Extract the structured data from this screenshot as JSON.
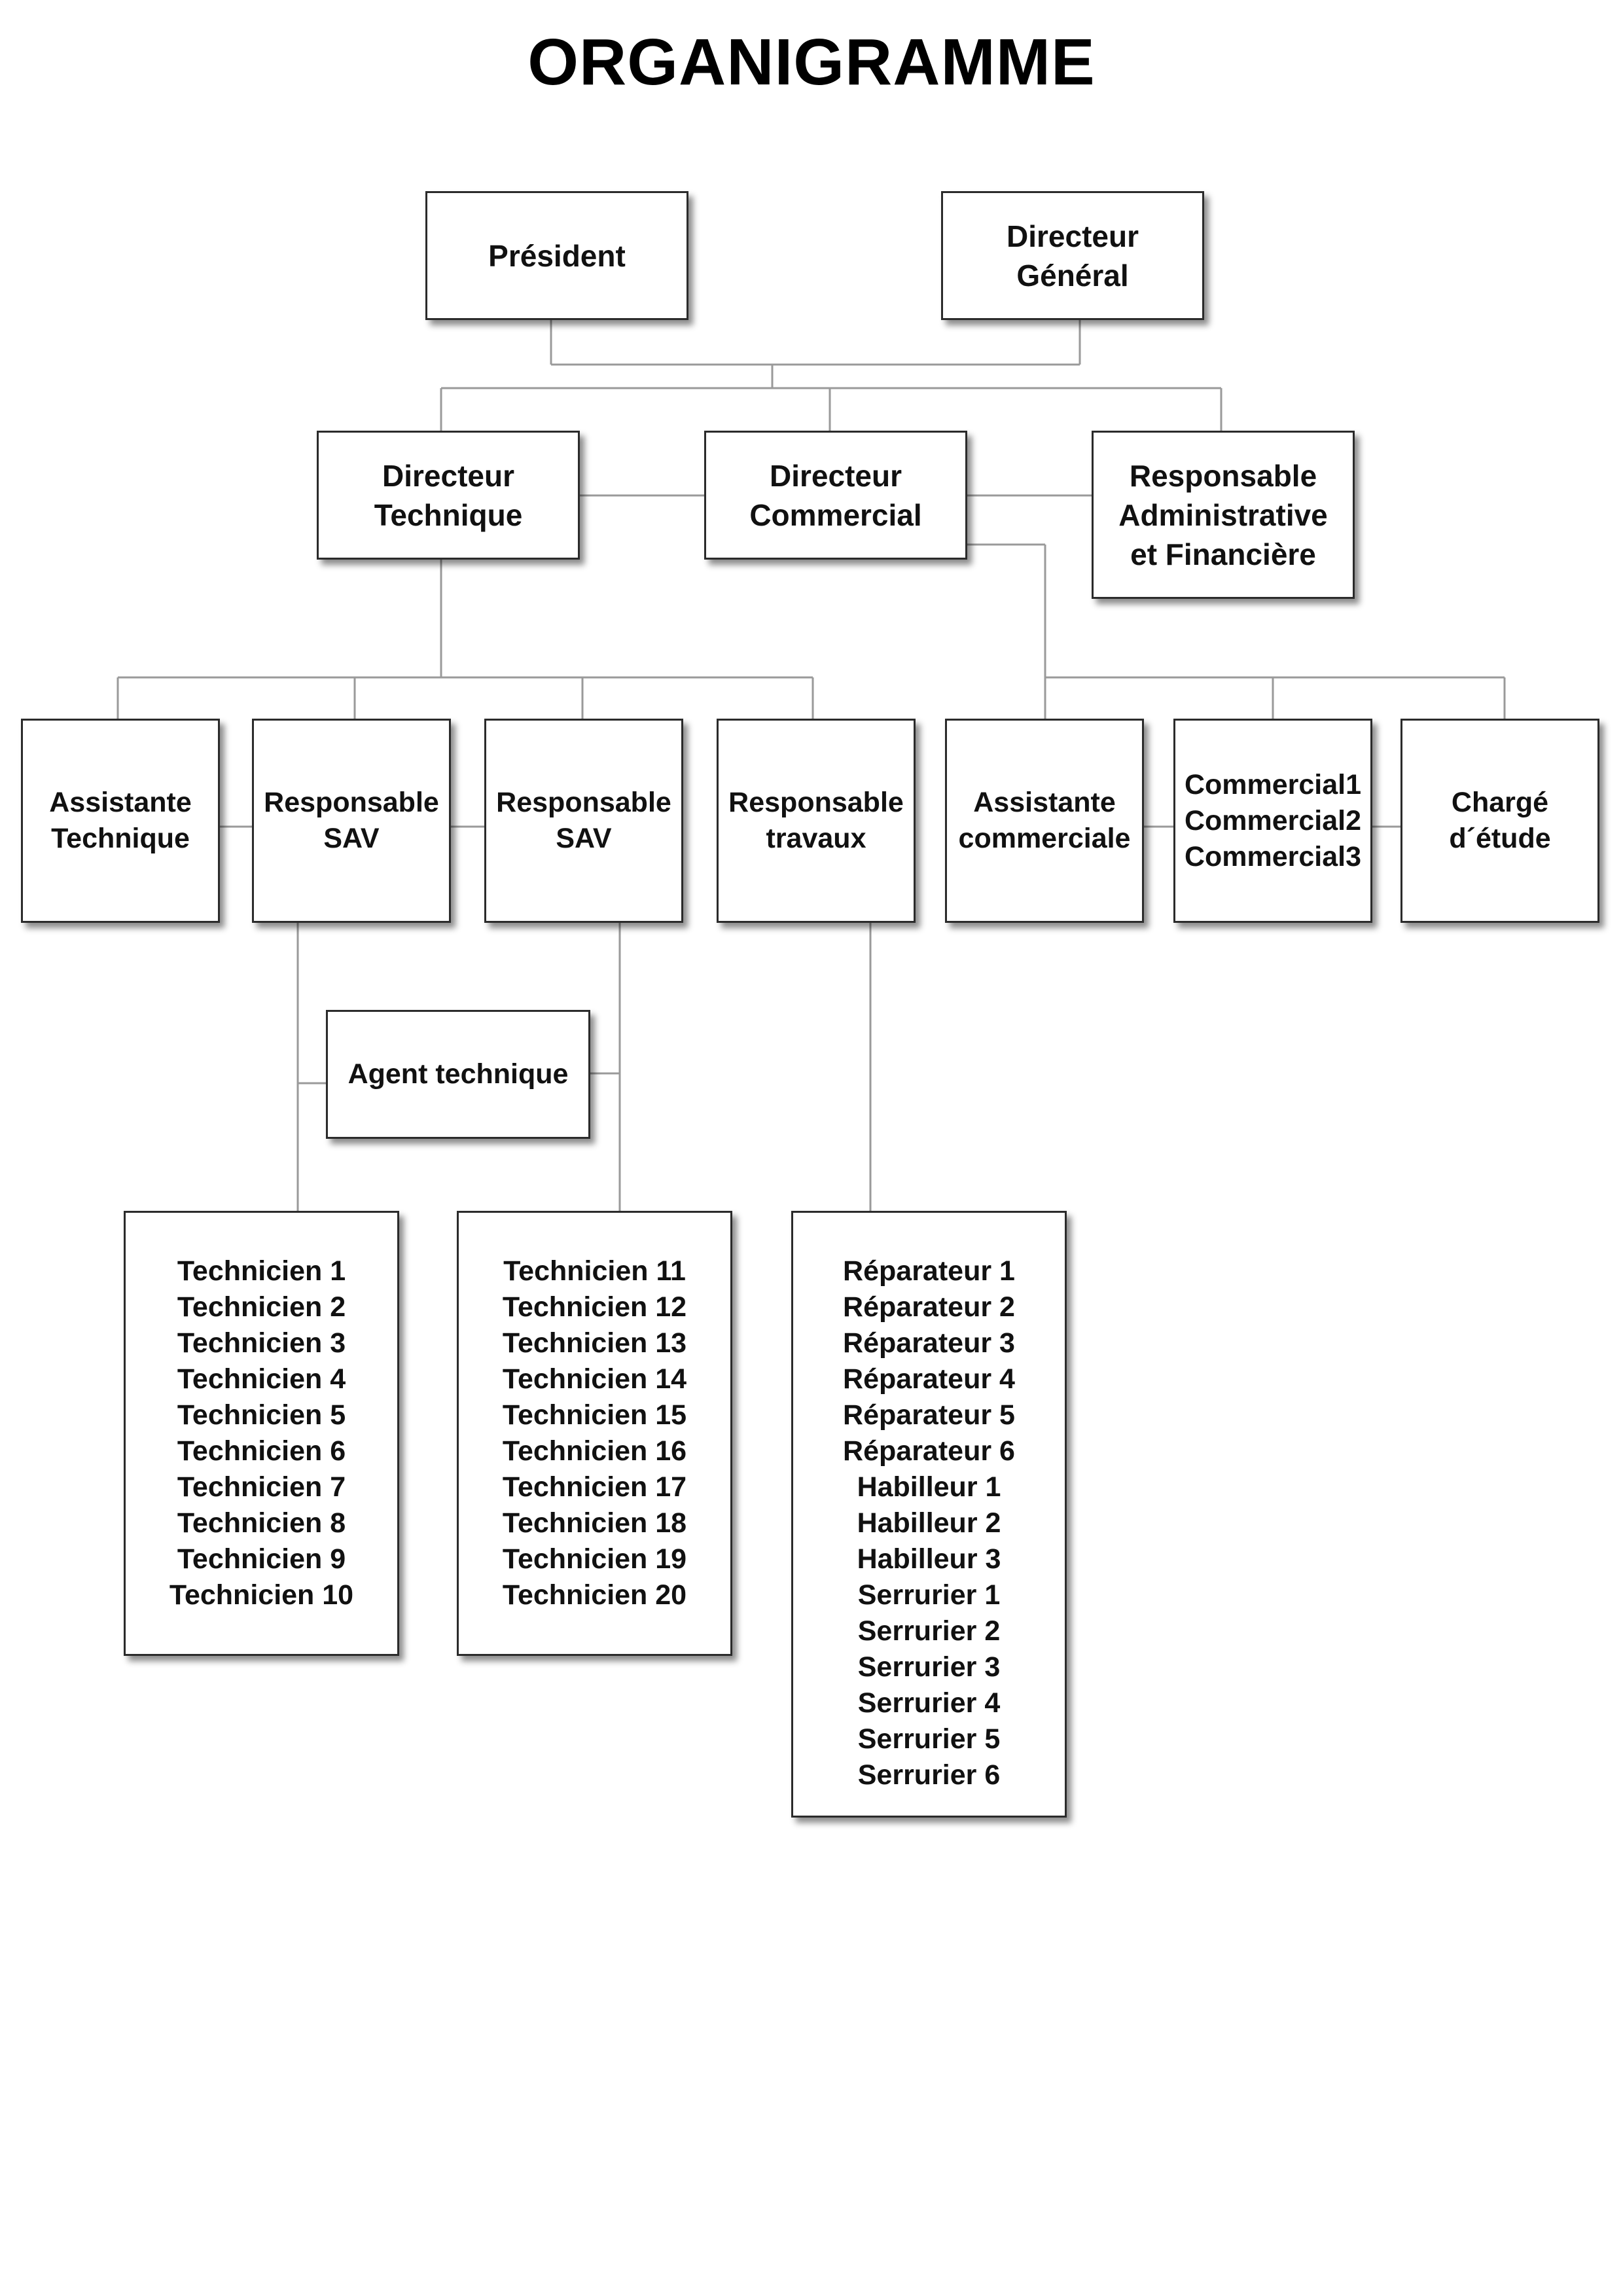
{
  "title": "ORGANIGRAMME",
  "nodes": {
    "president": [
      "Président"
    ],
    "directeur_general": [
      "Directeur",
      "Général"
    ],
    "directeur_technique": [
      "Directeur",
      "Technique"
    ],
    "directeur_commercial": [
      "Directeur",
      "Commercial"
    ],
    "responsable_admin": [
      "Responsable",
      "Administrative",
      "et Financière"
    ],
    "assistante_technique": [
      "Assistante",
      "Technique"
    ],
    "responsable_sav_1": [
      "Responsable",
      "SAV"
    ],
    "responsable_sav_2": [
      "Responsable",
      "SAV"
    ],
    "responsable_travaux": [
      "Responsable",
      "travaux"
    ],
    "assistante_commerciale": [
      "Assistante",
      "commerciale"
    ],
    "commerciaux": [
      "Commercial1",
      "Commercial2",
      "Commercial3"
    ],
    "charge_etude": [
      "Chargé",
      "d´étude"
    ],
    "agent_technique": [
      "Agent technique"
    ],
    "techniciens_1": [
      "Technicien 1",
      "Technicien 2",
      "Technicien 3",
      "Technicien 4",
      "Technicien 5",
      "Technicien 6",
      "Technicien 7",
      "Technicien 8",
      "Technicien 9",
      "Technicien 10"
    ],
    "techniciens_2": [
      "Technicien 11",
      "Technicien 12",
      "Technicien 13",
      "Technicien 14",
      "Technicien 15",
      "Technicien 16",
      "Technicien 17",
      "Technicien 18",
      "Technicien 19",
      "Technicien 20"
    ],
    "reparateurs": [
      "Réparateur 1",
      "Réparateur 2",
      "Réparateur 3",
      "Réparateur 4",
      "Réparateur 5",
      "Réparateur 6",
      "Habilleur 1",
      "Habilleur 2",
      "Habilleur 3",
      "Serrurier 1",
      "Serrurier 2",
      "Serrurier 3",
      "Serrurier 4",
      "Serrurier 5",
      "Serrurier 6"
    ]
  },
  "colors": {
    "box_border": "#2b2b2b",
    "connector": "#9a9a9a",
    "text": "#111111"
  }
}
